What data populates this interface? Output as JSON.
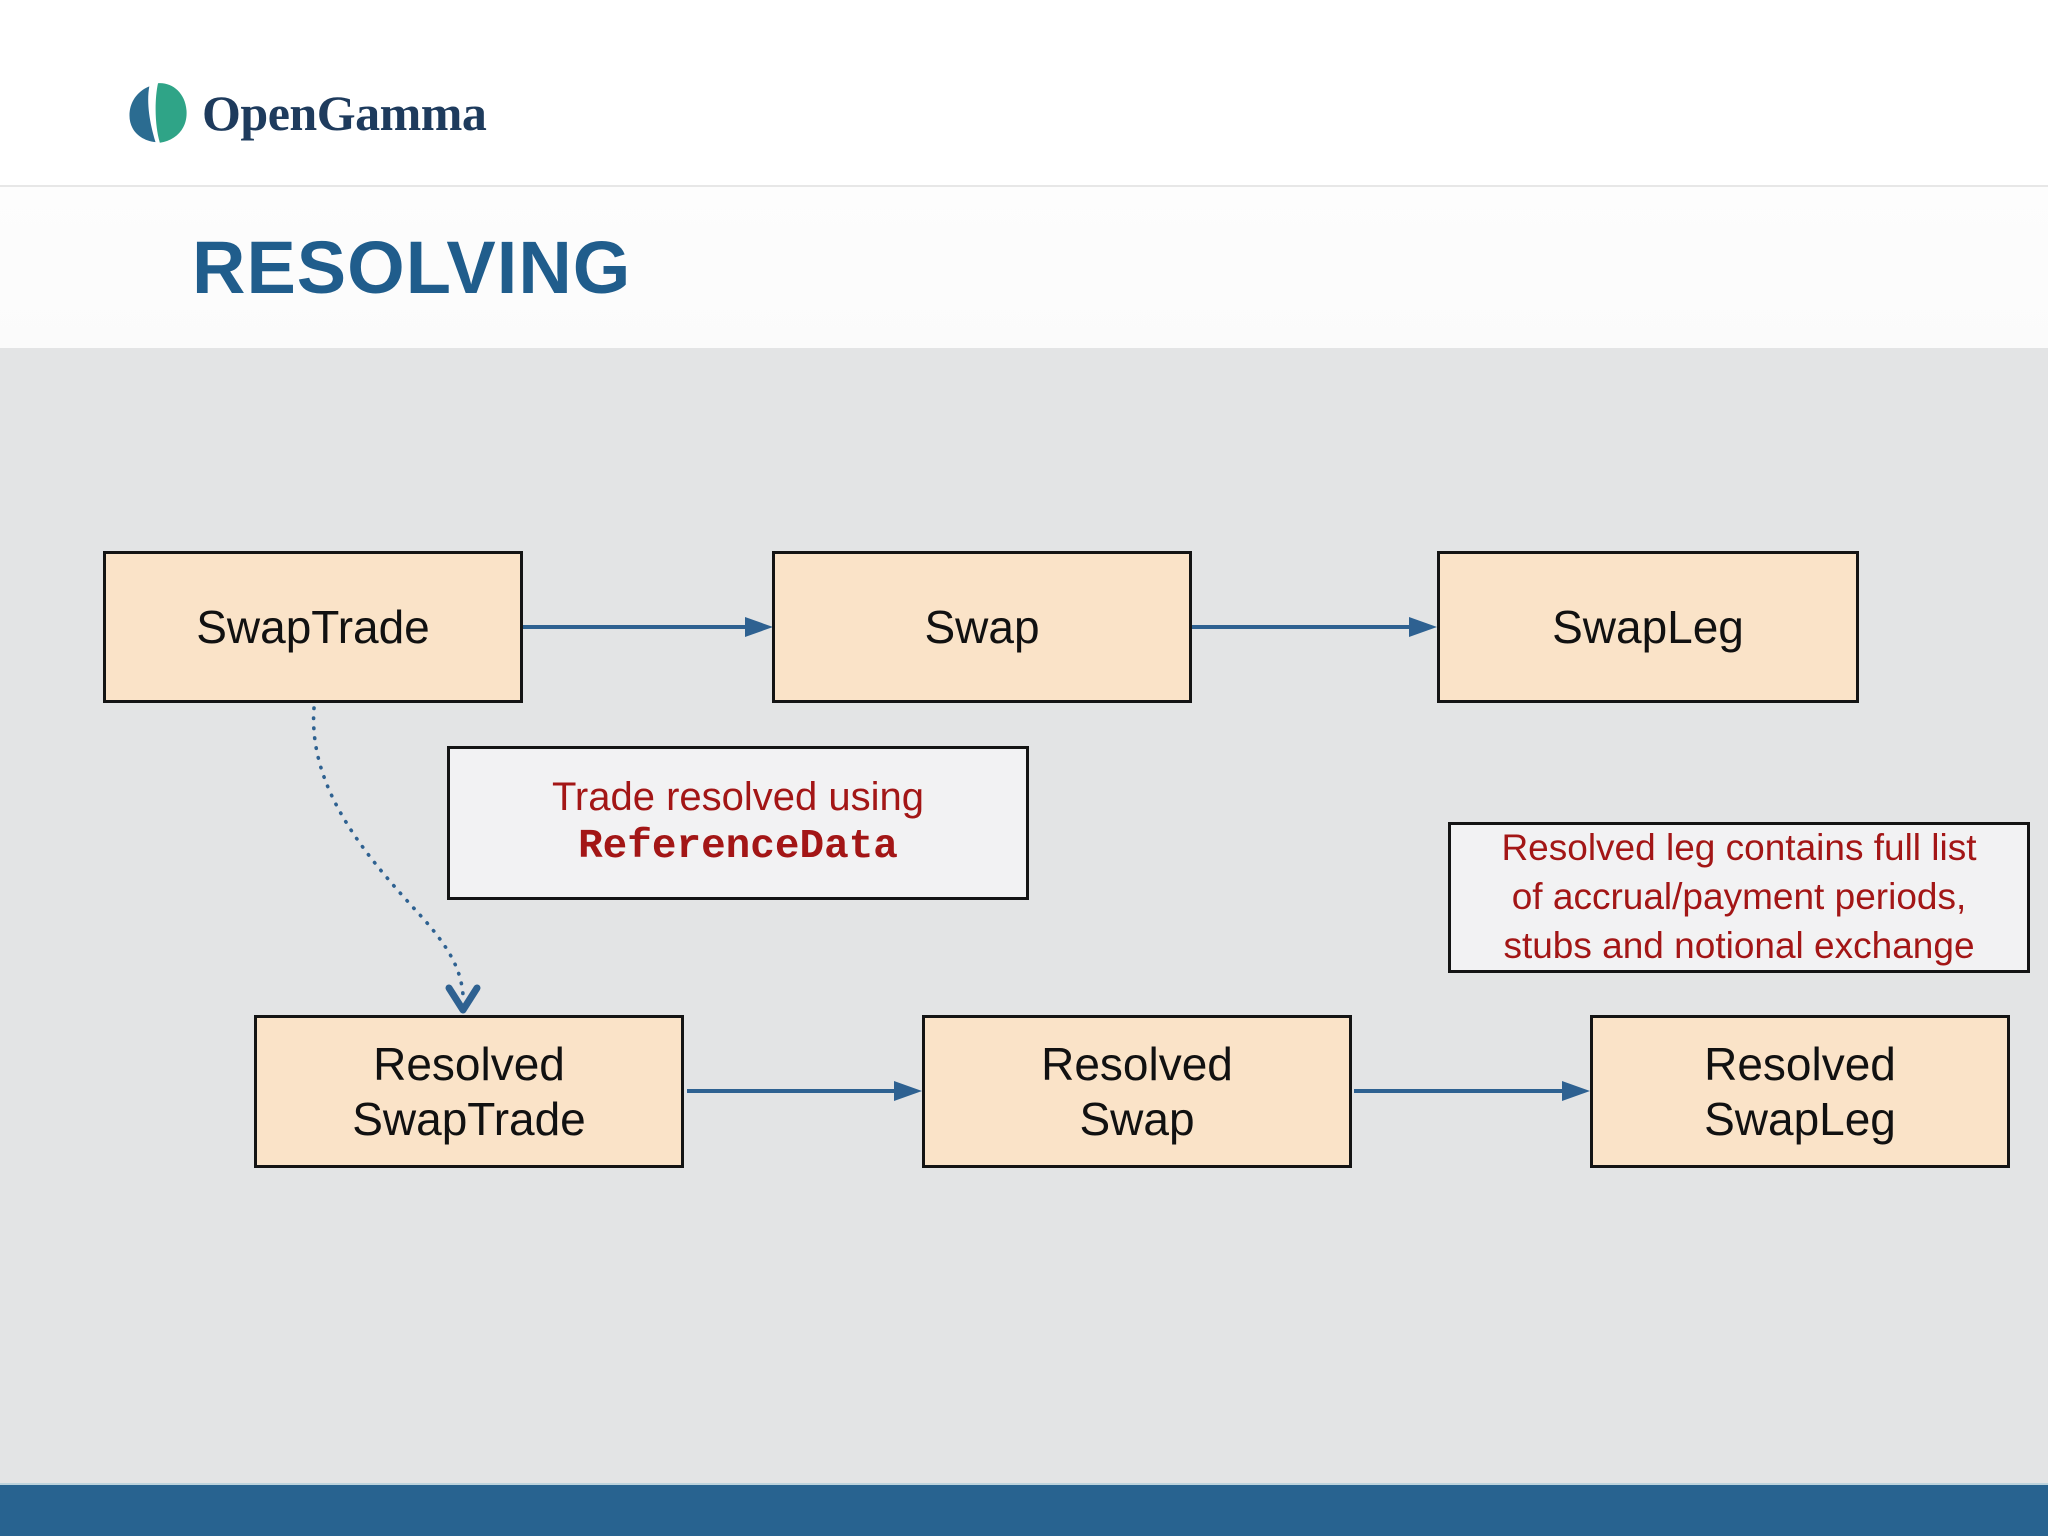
{
  "logo": {
    "brand": "OpenGamma"
  },
  "slide": {
    "title": "RESOLVING"
  },
  "diagram": {
    "nodes": [
      {
        "id": "swap-trade",
        "label": "SwapTrade"
      },
      {
        "id": "swap",
        "label": "Swap"
      },
      {
        "id": "swap-leg",
        "label": "SwapLeg"
      },
      {
        "id": "resolved-swap-trade",
        "label": "Resolved\nSwapTrade"
      },
      {
        "id": "resolved-swap",
        "label": "Resolved\nSwap"
      },
      {
        "id": "resolved-swap-leg",
        "label": "Resolved\nSwapLeg"
      }
    ],
    "notes": [
      {
        "line1": "Trade resolved using",
        "code": "ReferenceData"
      },
      {
        "text": "Resolved leg contains full list\nof accrual/payment periods,\nstubs and notional exchange"
      }
    ]
  },
  "colors": {
    "accent_blue": "#2E6191",
    "title_blue": "#205D8C",
    "box_fill": "#FAE3C8",
    "box_border": "#141414",
    "note_fill": "#F2F2F3",
    "note_red": "#A31616",
    "footer_blue": "#286390",
    "bg_gray": "#E3E4E5",
    "logo_navy": "#1E3B5D",
    "leaf_blue": "#2B6C91",
    "leaf_green": "#2FA487"
  }
}
